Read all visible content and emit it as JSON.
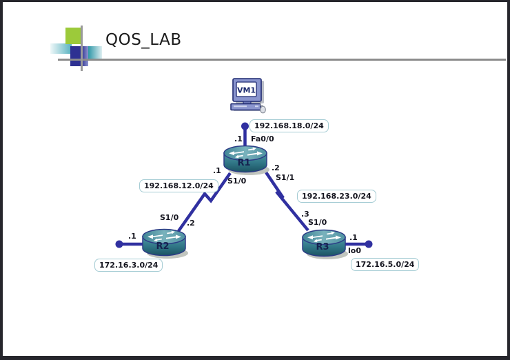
{
  "slide": {
    "title": "QOS_LAB",
    "colors": {
      "link": "#3030a0",
      "router_top": "#6aacb8",
      "router_bottom": "#1f5d6c",
      "box_border": "#a5ccd4",
      "logo_green": "#9cca3a",
      "logo_navy": "#2e3192",
      "logo_teal": "#2f97a7",
      "rule_gray": "#8c8c8c"
    }
  },
  "host": {
    "name": "VM1"
  },
  "routers": {
    "r1": "R1",
    "r2": "R2",
    "r3": "R3"
  },
  "networks": {
    "vm_lan": "192.168.18.0/24",
    "link_r1_r2": "192.168.12.0/24",
    "link_r1_r3": "192.168.23.0/24",
    "r2_net": "172.16.3.0/24",
    "r3_net": "172.16.5.0/24"
  },
  "labels": {
    "r1_fa00_ip": ".1",
    "r1_fa00": "Fa0/0",
    "r1_s10_ip": ".1",
    "r1_s10": "S1/0",
    "r1_s11_ip": ".2",
    "r1_s11": "S1/1",
    "r2_s10": "S1/0",
    "r2_s10_ip": ".2",
    "r2_lan_ip": ".1",
    "r3_s10_ip": ".3",
    "r3_s10": "S1/0",
    "r3_lan_ip": ".1",
    "r3_lo": "lo0"
  }
}
